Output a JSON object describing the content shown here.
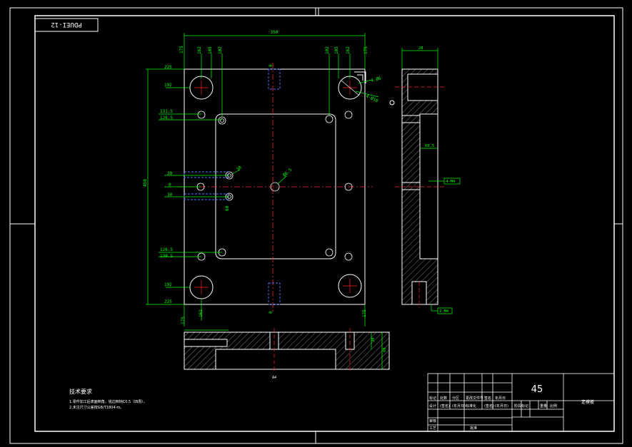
{
  "drawing_code": "PDUEI-12",
  "colors": {
    "background": "#000000",
    "frame": "#ffffff",
    "dimension": "#00ff00",
    "centerline": "#ff2020",
    "hidden": "#5577ff",
    "hatch": "#ffffff"
  },
  "dims": {
    "overall_width": "350",
    "top_175": "175",
    "top_162_l": "162",
    "top_105_l": "105",
    "top_102_l": "102",
    "top_102_r": "102",
    "top_105_r": "105",
    "top_162_r": "162",
    "top_175_r": "175",
    "left_225_top": "225",
    "left_192_top": "192",
    "left_131_5": "131.5",
    "left_126_5": "126.5",
    "left_30_top": "30",
    "left_0": "0",
    "left_30_bot": "30",
    "left_126_5_b": "126.5",
    "left_139_5": "139.5",
    "left_192_bot": "192",
    "left_225_bot": "225",
    "overall_height": "450",
    "bottom_175_l": "175",
    "bottom_162": "162",
    "bottom_175_r": "175",
    "side_width": "28",
    "side_dim_mid": "60.5",
    "center_hole": "Ø6.5",
    "hole_note_1": "4-Ø6",
    "hole_note_2": "4-Ø10",
    "side_callout_top": "4-M4",
    "side_callout_bot": "2-M4",
    "bottom_view_w": "38",
    "bottom_view_h": "60",
    "center_0_top": "0",
    "center_0_bot": "0",
    "mark_30": "30",
    "mark_60": "60",
    "scale_mark": "A4"
  },
  "notes": {
    "title": "技术要求",
    "line1": "1.零件加工后表面倒角，锐边倒钝C0.5（四周）。",
    "line2": "2.未注尺寸公差按GB/T1804-m。"
  },
  "title_block": {
    "material": "45",
    "part_name": "定模板",
    "r1": [
      "标记",
      "处数",
      "分区",
      "更改文件号",
      "签名",
      "年月日"
    ],
    "r2": [
      "设计",
      "(签名)",
      "(年月日)",
      "标准化",
      "(签名)",
      "(年月日)"
    ],
    "stage": "阶段标记",
    "weight": "重量",
    "scale": "比例",
    "check": "审核",
    "process": "工艺",
    "approve": "批准"
  }
}
